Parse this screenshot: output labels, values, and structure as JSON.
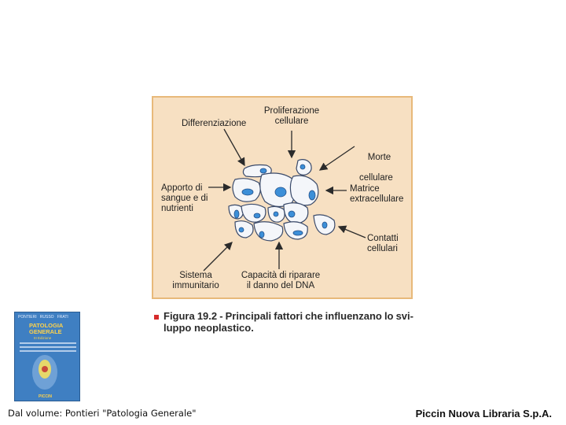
{
  "figure": {
    "labels": {
      "differenziazione": "Differenziazione",
      "proliferazione": "Proliferazione\ncellulare",
      "morte": "Morte",
      "morte_sub": "cellulare",
      "apporto": "Apporto di\nsangue e di\nnutrienti",
      "matrice": "Matrice\nextracellulare",
      "contatti": "Contatti\ncellulari",
      "sistema": "Sistema\nimmunitario",
      "capacita": "Capacità di riparare\nil danno del DNA"
    },
    "colors": {
      "panel_bg": "#f7e0c2",
      "panel_border": "#e8b97a",
      "cell_fill": "#f4f6fa",
      "nucleus": "#3c8fd8",
      "arrow": "#2b2b2b"
    }
  },
  "caption": {
    "part1_words": [
      "Figura",
      "19.2",
      "-",
      "Principali",
      "fattori",
      "che",
      "influenzano",
      "lo",
      "svi-"
    ],
    "part2": "luppo neoplastico."
  },
  "book_cover": {
    "authors": "PONTIERI   RUSSO   FRATI",
    "title_line1": "PATOLOGIA",
    "title_line2": "GENERALE",
    "edition": "III Edizione",
    "publisher": "PICCIN"
  },
  "footer": {
    "left": "Dal volume: Pontieri \"Patologia Generale\"",
    "right": "Piccin Nuova Libraria S.p.A."
  }
}
